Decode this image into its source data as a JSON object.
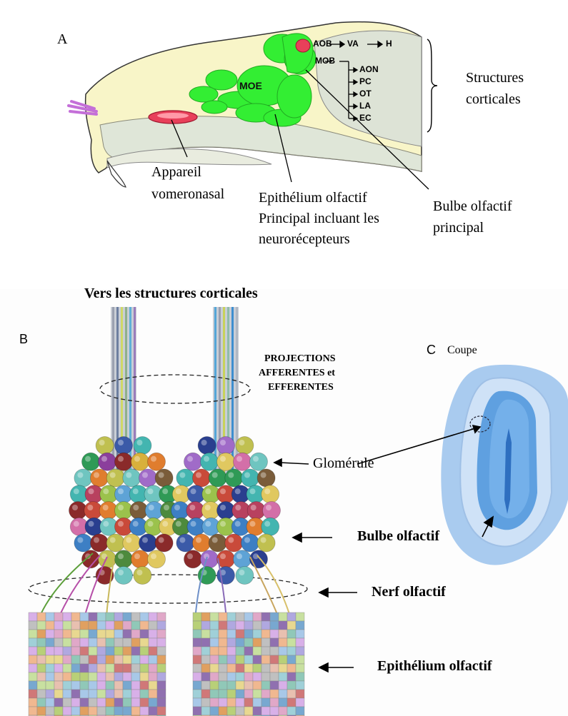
{
  "panel_a": {
    "letter": "A",
    "diagram_labels": {
      "aob": "AOB",
      "va": "VA",
      "h": "H",
      "mob": "MOB",
      "moe": "MOE",
      "aon": "AON",
      "pc": "PC",
      "ot": "OT",
      "la": "LA",
      "ec": "EC"
    },
    "callouts": {
      "structures_line1": "Structures",
      "structures_line2": "corticales",
      "appareil_line1": "Appareil",
      "appareil_line2": "vomeronasal",
      "epithelium_line1": "Epithélium olfactif",
      "epithelium_line2": "Principal incluant les",
      "epithelium_line3": "neurorécepteurs",
      "bulbe_line1": "Bulbe olfactif",
      "bulbe_line2": "principal"
    },
    "colors": {
      "olfactory_green": "#33ee33",
      "vomeronasal_red": "#e8405a",
      "head_fill": "#f8f5c8",
      "cavity_fill": "#dfe6d8"
    }
  },
  "panel_b": {
    "letter": "B",
    "top_heading": "Vers les structures corticales",
    "projections_line1": "PROJECTIONS",
    "projections_line2": "AFFERENTES et",
    "projections_line3": "EFFERENTES",
    "glomerule": "Glomérule",
    "bulbe": "Bulbe olfactif",
    "nerf": "Nerf olfactif",
    "epithelium": "Epithélium olfactif"
  },
  "panel_c": {
    "letter": "C",
    "caption": "Coupe",
    "colors": {
      "section_blue": "#8cb8e6"
    }
  }
}
